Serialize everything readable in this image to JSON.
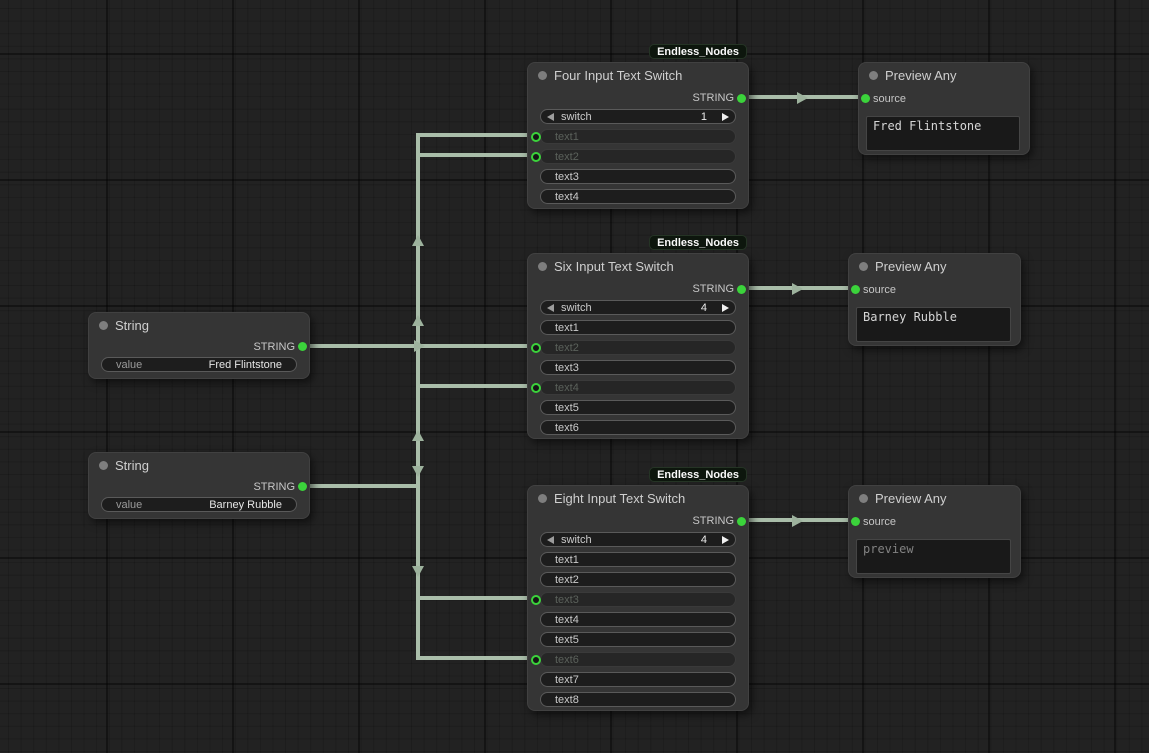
{
  "nodes": {
    "string1": {
      "title": "String",
      "output_label": "STRING",
      "widget_label": "value",
      "widget_value": "Fred Flintstone"
    },
    "string2": {
      "title": "String",
      "output_label": "STRING",
      "widget_label": "value",
      "widget_value": "Barney Rubble"
    },
    "switch_four": {
      "badge": "Endless_Nodes",
      "title": "Four Input Text Switch",
      "output_label": "STRING",
      "switch_label": "switch",
      "switch_value": "1",
      "rows": [
        {
          "label": "text1",
          "connected": true
        },
        {
          "label": "text2",
          "connected": true
        },
        {
          "label": "text3",
          "connected": false
        },
        {
          "label": "text4",
          "connected": false
        }
      ]
    },
    "switch_six": {
      "badge": "Endless_Nodes",
      "title": "Six Input Text Switch",
      "output_label": "STRING",
      "switch_label": "switch",
      "switch_value": "4",
      "rows": [
        {
          "label": "text1",
          "connected": false
        },
        {
          "label": "text2",
          "connected": true
        },
        {
          "label": "text3",
          "connected": false
        },
        {
          "label": "text4",
          "connected": true
        },
        {
          "label": "text5",
          "connected": false
        },
        {
          "label": "text6",
          "connected": false
        }
      ]
    },
    "switch_eight": {
      "badge": "Endless_Nodes",
      "title": "Eight Input Text Switch",
      "output_label": "STRING",
      "switch_label": "switch",
      "switch_value": "4",
      "rows": [
        {
          "label": "text1",
          "connected": false
        },
        {
          "label": "text2",
          "connected": false
        },
        {
          "label": "text3",
          "connected": true
        },
        {
          "label": "text4",
          "connected": false
        },
        {
          "label": "text5",
          "connected": false
        },
        {
          "label": "text6",
          "connected": true
        },
        {
          "label": "text7",
          "connected": false
        },
        {
          "label": "text8",
          "connected": false
        }
      ]
    },
    "preview1": {
      "title": "Preview Any",
      "input_label": "source",
      "text": "Fred Flintstone"
    },
    "preview2": {
      "title": "Preview Any",
      "input_label": "source",
      "text": "Barney Rubble"
    },
    "preview3": {
      "title": "Preview Any",
      "input_label": "source",
      "text": "preview"
    }
  },
  "links": [
    {
      "from": "string1.STRING",
      "to": "switch_four.text1"
    },
    {
      "from": "string2.STRING",
      "to": "switch_four.text2"
    },
    {
      "from": "string1.STRING",
      "to": "switch_six.text2"
    },
    {
      "from": "string2.STRING",
      "to": "switch_six.text4"
    },
    {
      "from": "string1.STRING",
      "to": "switch_eight.text3"
    },
    {
      "from": "string2.STRING",
      "to": "switch_eight.text6"
    },
    {
      "from": "switch_four.STRING",
      "to": "preview1.source"
    },
    {
      "from": "switch_six.STRING",
      "to": "preview2.source"
    },
    {
      "from": "switch_eight.STRING",
      "to": "preview3.source"
    }
  ],
  "colors": {
    "wire": "#a9bda9",
    "port_green": "#3bd33b",
    "node_bg": "#353535",
    "canvas_bg": "#222222",
    "badge_bg": "#0d160d"
  }
}
